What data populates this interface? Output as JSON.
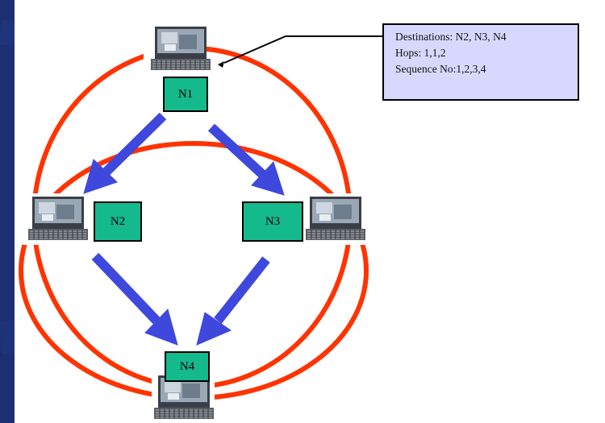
{
  "colors": {
    "background": "#1c2f70",
    "canvas": "#ffffff",
    "ring": "#ff3300",
    "arrow": "#3f48dd",
    "node_fill": "#14b98c",
    "callout_fill": "#d8d8ff"
  },
  "nodes": {
    "n1": {
      "label": "N1"
    },
    "n2": {
      "label": "N2"
    },
    "n3": {
      "label": "N3"
    },
    "n4": {
      "label": "N4"
    }
  },
  "callout": {
    "destinations": "Destinations: N2, N3, N4",
    "hops": "Hops: 1,1,2",
    "sequence": "Sequence No:1,2,3,4"
  },
  "edges": [
    {
      "from": "N1",
      "to": "N2"
    },
    {
      "from": "N1",
      "to": "N3"
    },
    {
      "from": "N2",
      "to": "N4"
    },
    {
      "from": "N3",
      "to": "N4"
    }
  ],
  "icons": [
    "computer-icon"
  ]
}
